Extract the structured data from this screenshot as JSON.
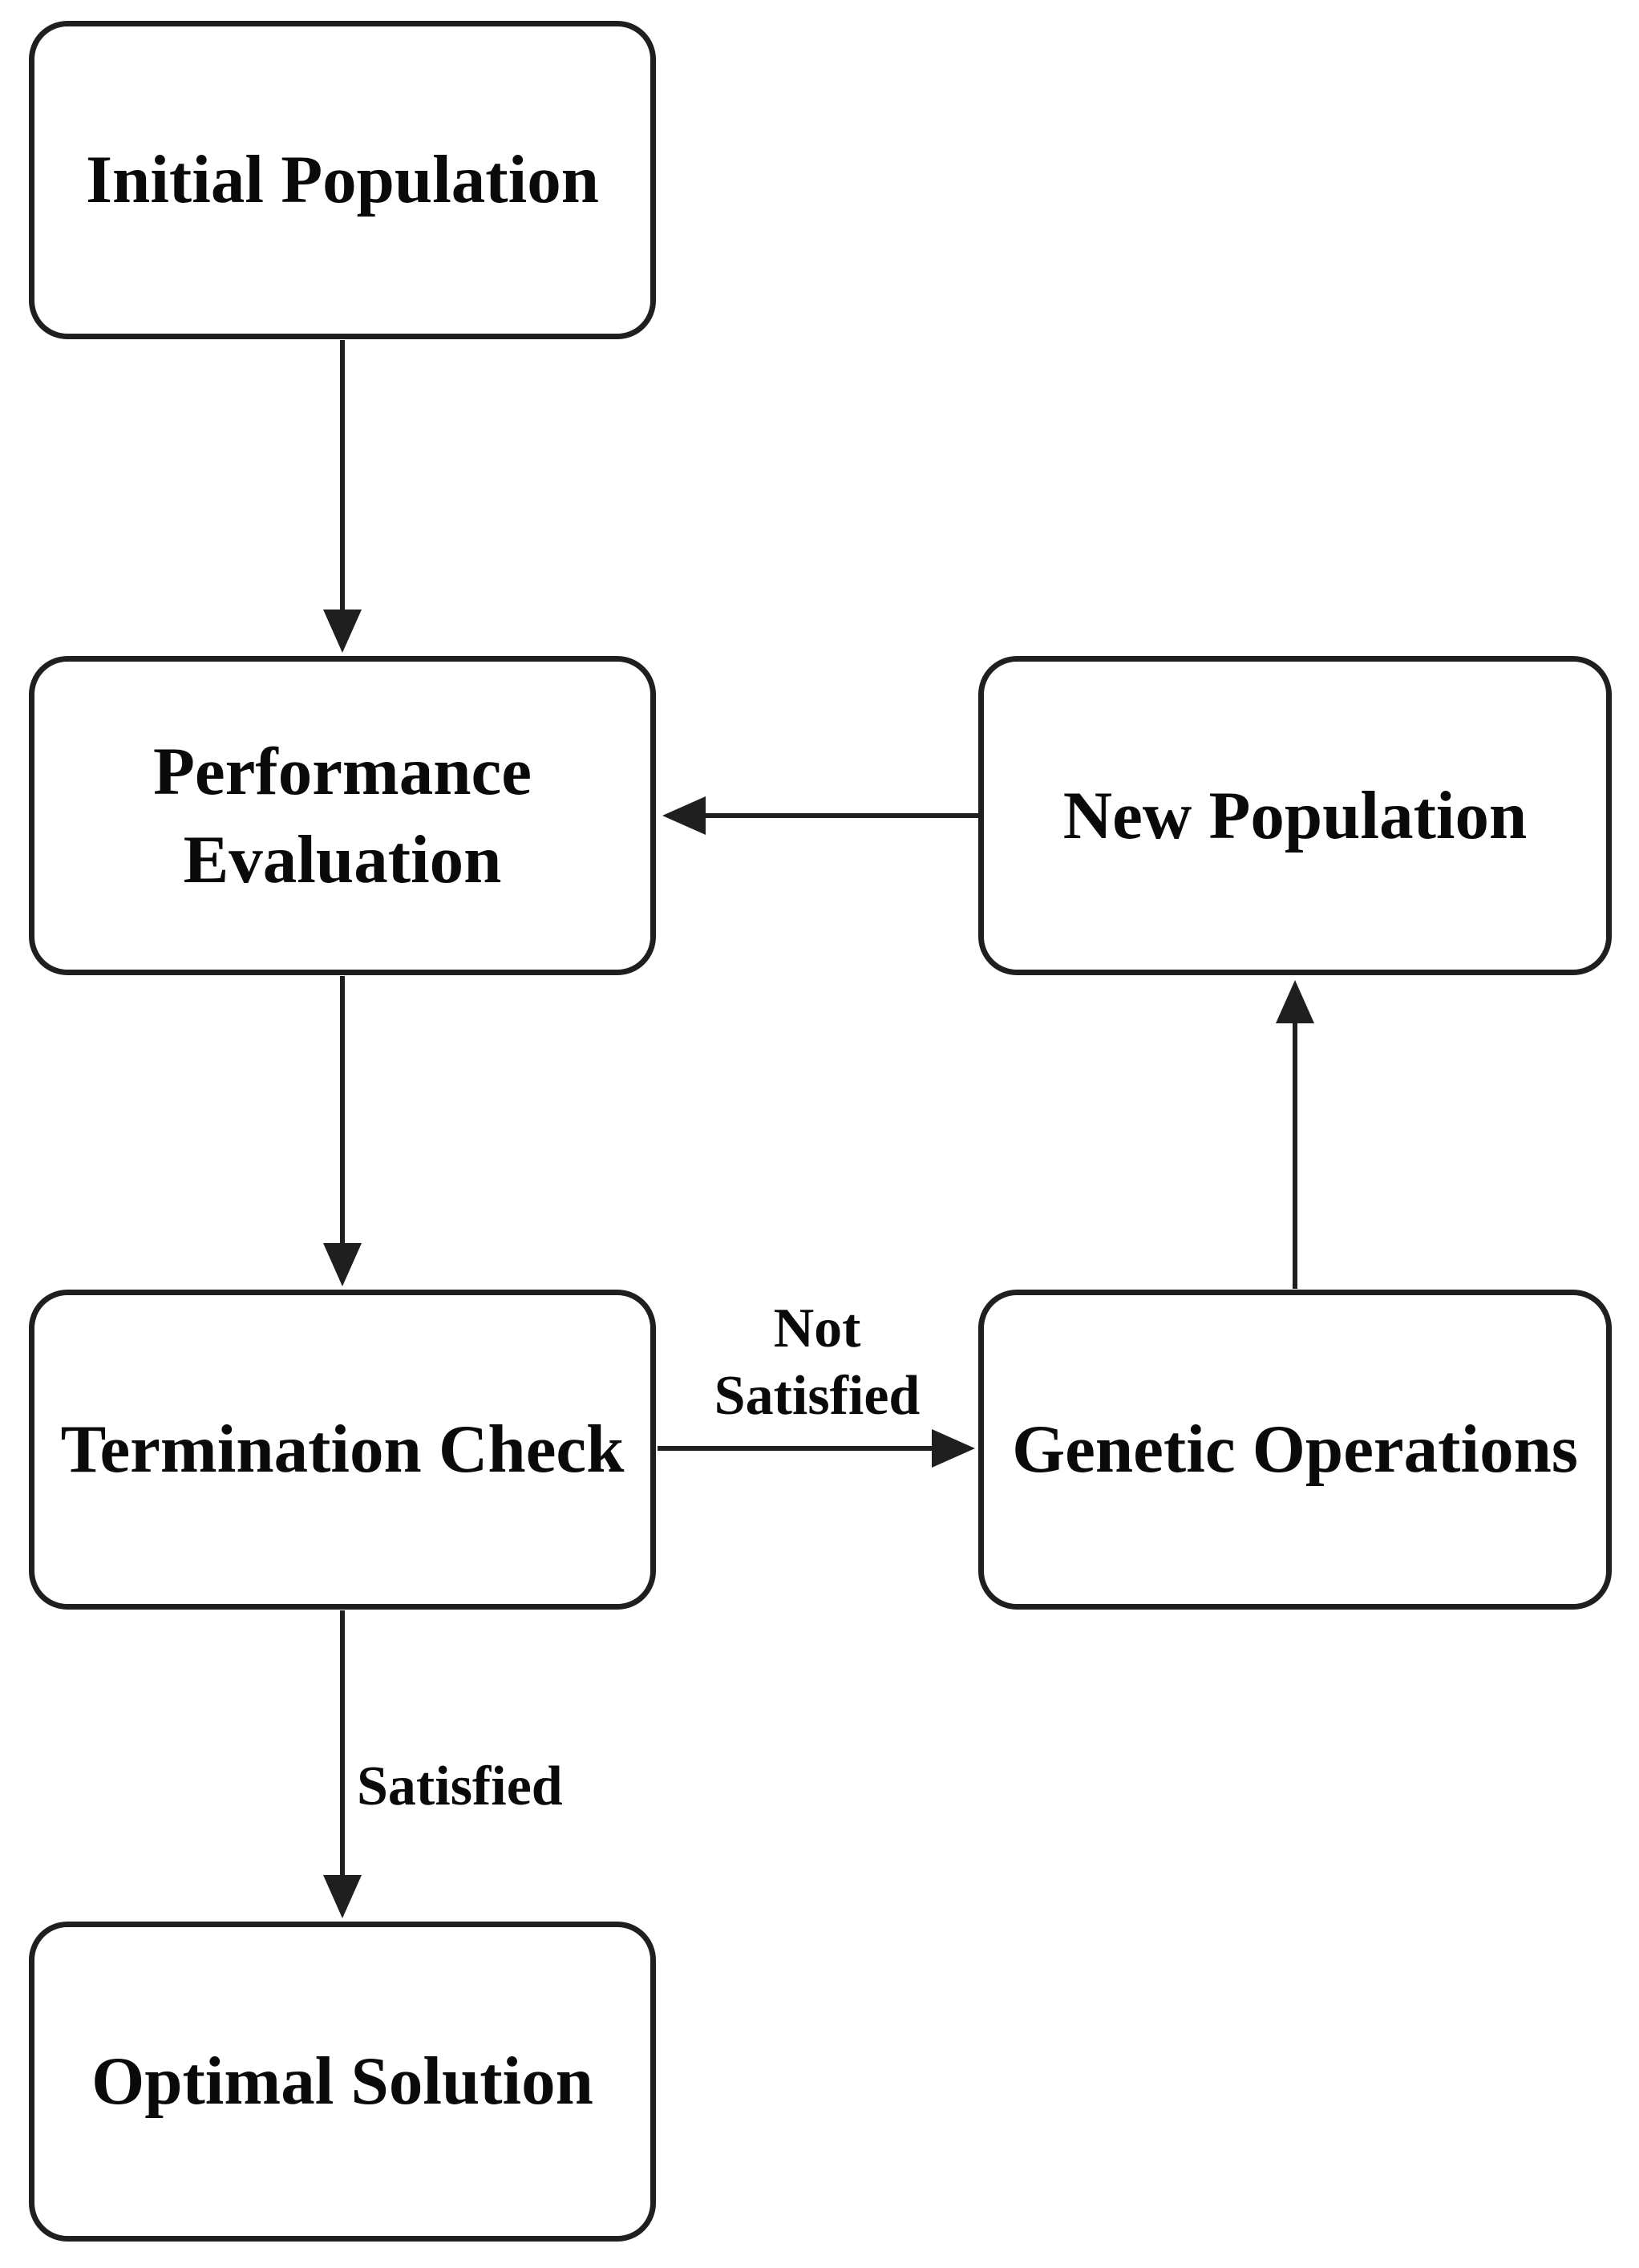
{
  "diagram": {
    "type": "flowchart",
    "nodes": {
      "initial_population": "Initial Population",
      "performance_evaluation": "Performance Evaluation",
      "new_population": "New Population",
      "termination_check": "Termination Check",
      "genetic_operations": "Genetic Operations",
      "optimal_solution": "Optimal Solution"
    },
    "edge_labels": {
      "not_satisfied_line1": "Not",
      "not_satisfied_line2": "Satisfied",
      "satisfied": "Satisfied"
    },
    "edges": [
      {
        "from": "initial_population",
        "to": "performance_evaluation",
        "label": ""
      },
      {
        "from": "performance_evaluation",
        "to": "termination_check",
        "label": ""
      },
      {
        "from": "new_population",
        "to": "performance_evaluation",
        "label": ""
      },
      {
        "from": "termination_check",
        "to": "genetic_operations",
        "label": "Not Satisfied"
      },
      {
        "from": "genetic_operations",
        "to": "new_population",
        "label": ""
      },
      {
        "from": "termination_check",
        "to": "optimal_solution",
        "label": "Satisfied"
      }
    ],
    "colors": {
      "stroke": "#1f1f1f",
      "text": "#0a0a0a",
      "node_fill": "#ffffff",
      "background": "#ffffff"
    }
  }
}
